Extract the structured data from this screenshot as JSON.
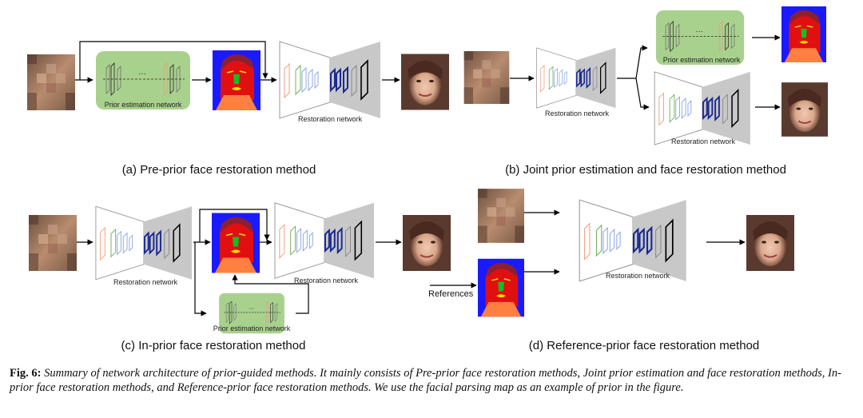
{
  "panels": {
    "a": {
      "caption": "(a) Pre-prior face restoration method",
      "prior_label": "Prior estimation network",
      "restoration_label": "Restoration network"
    },
    "b": {
      "caption": "(b) Joint prior estimation and face restoration method",
      "prior_label": "Prior estimation network",
      "restoration_label_top": "Restoration network",
      "restoration_label_bottom": "Restoration network"
    },
    "c": {
      "caption": "(c) In-prior face restoration method",
      "prior_label": "Prior estimation network",
      "restoration_label_left": "Restoration network",
      "restoration_label_right": "Restoration network"
    },
    "d": {
      "caption": "(d) Reference-prior face restoration method",
      "references_label": "References",
      "restoration_label": "Restoration network"
    }
  },
  "figure_caption": {
    "label": "Fig. 6:",
    "text": "Summary of network architecture of prior-guided methods. It mainly consists of Pre-prior face restoration methods, Joint prior estimation and face restoration methods, In-prior face restoration methods, and Reference-prior face restoration methods. We use the facial parsing map as an example of prior in the figure."
  },
  "colors": {
    "prior_box_fill": "#a9d18e",
    "encoder_fill": "#ffffff",
    "decoder_fill": "#c8c8c8",
    "parsing_background": "#1a1aff",
    "parsing_face": "#e01010",
    "parsing_nose": "#10c020",
    "parsing_lips": "#ffe000",
    "blurry_face": "#a07a60",
    "restored_face": "#d9a88c"
  }
}
